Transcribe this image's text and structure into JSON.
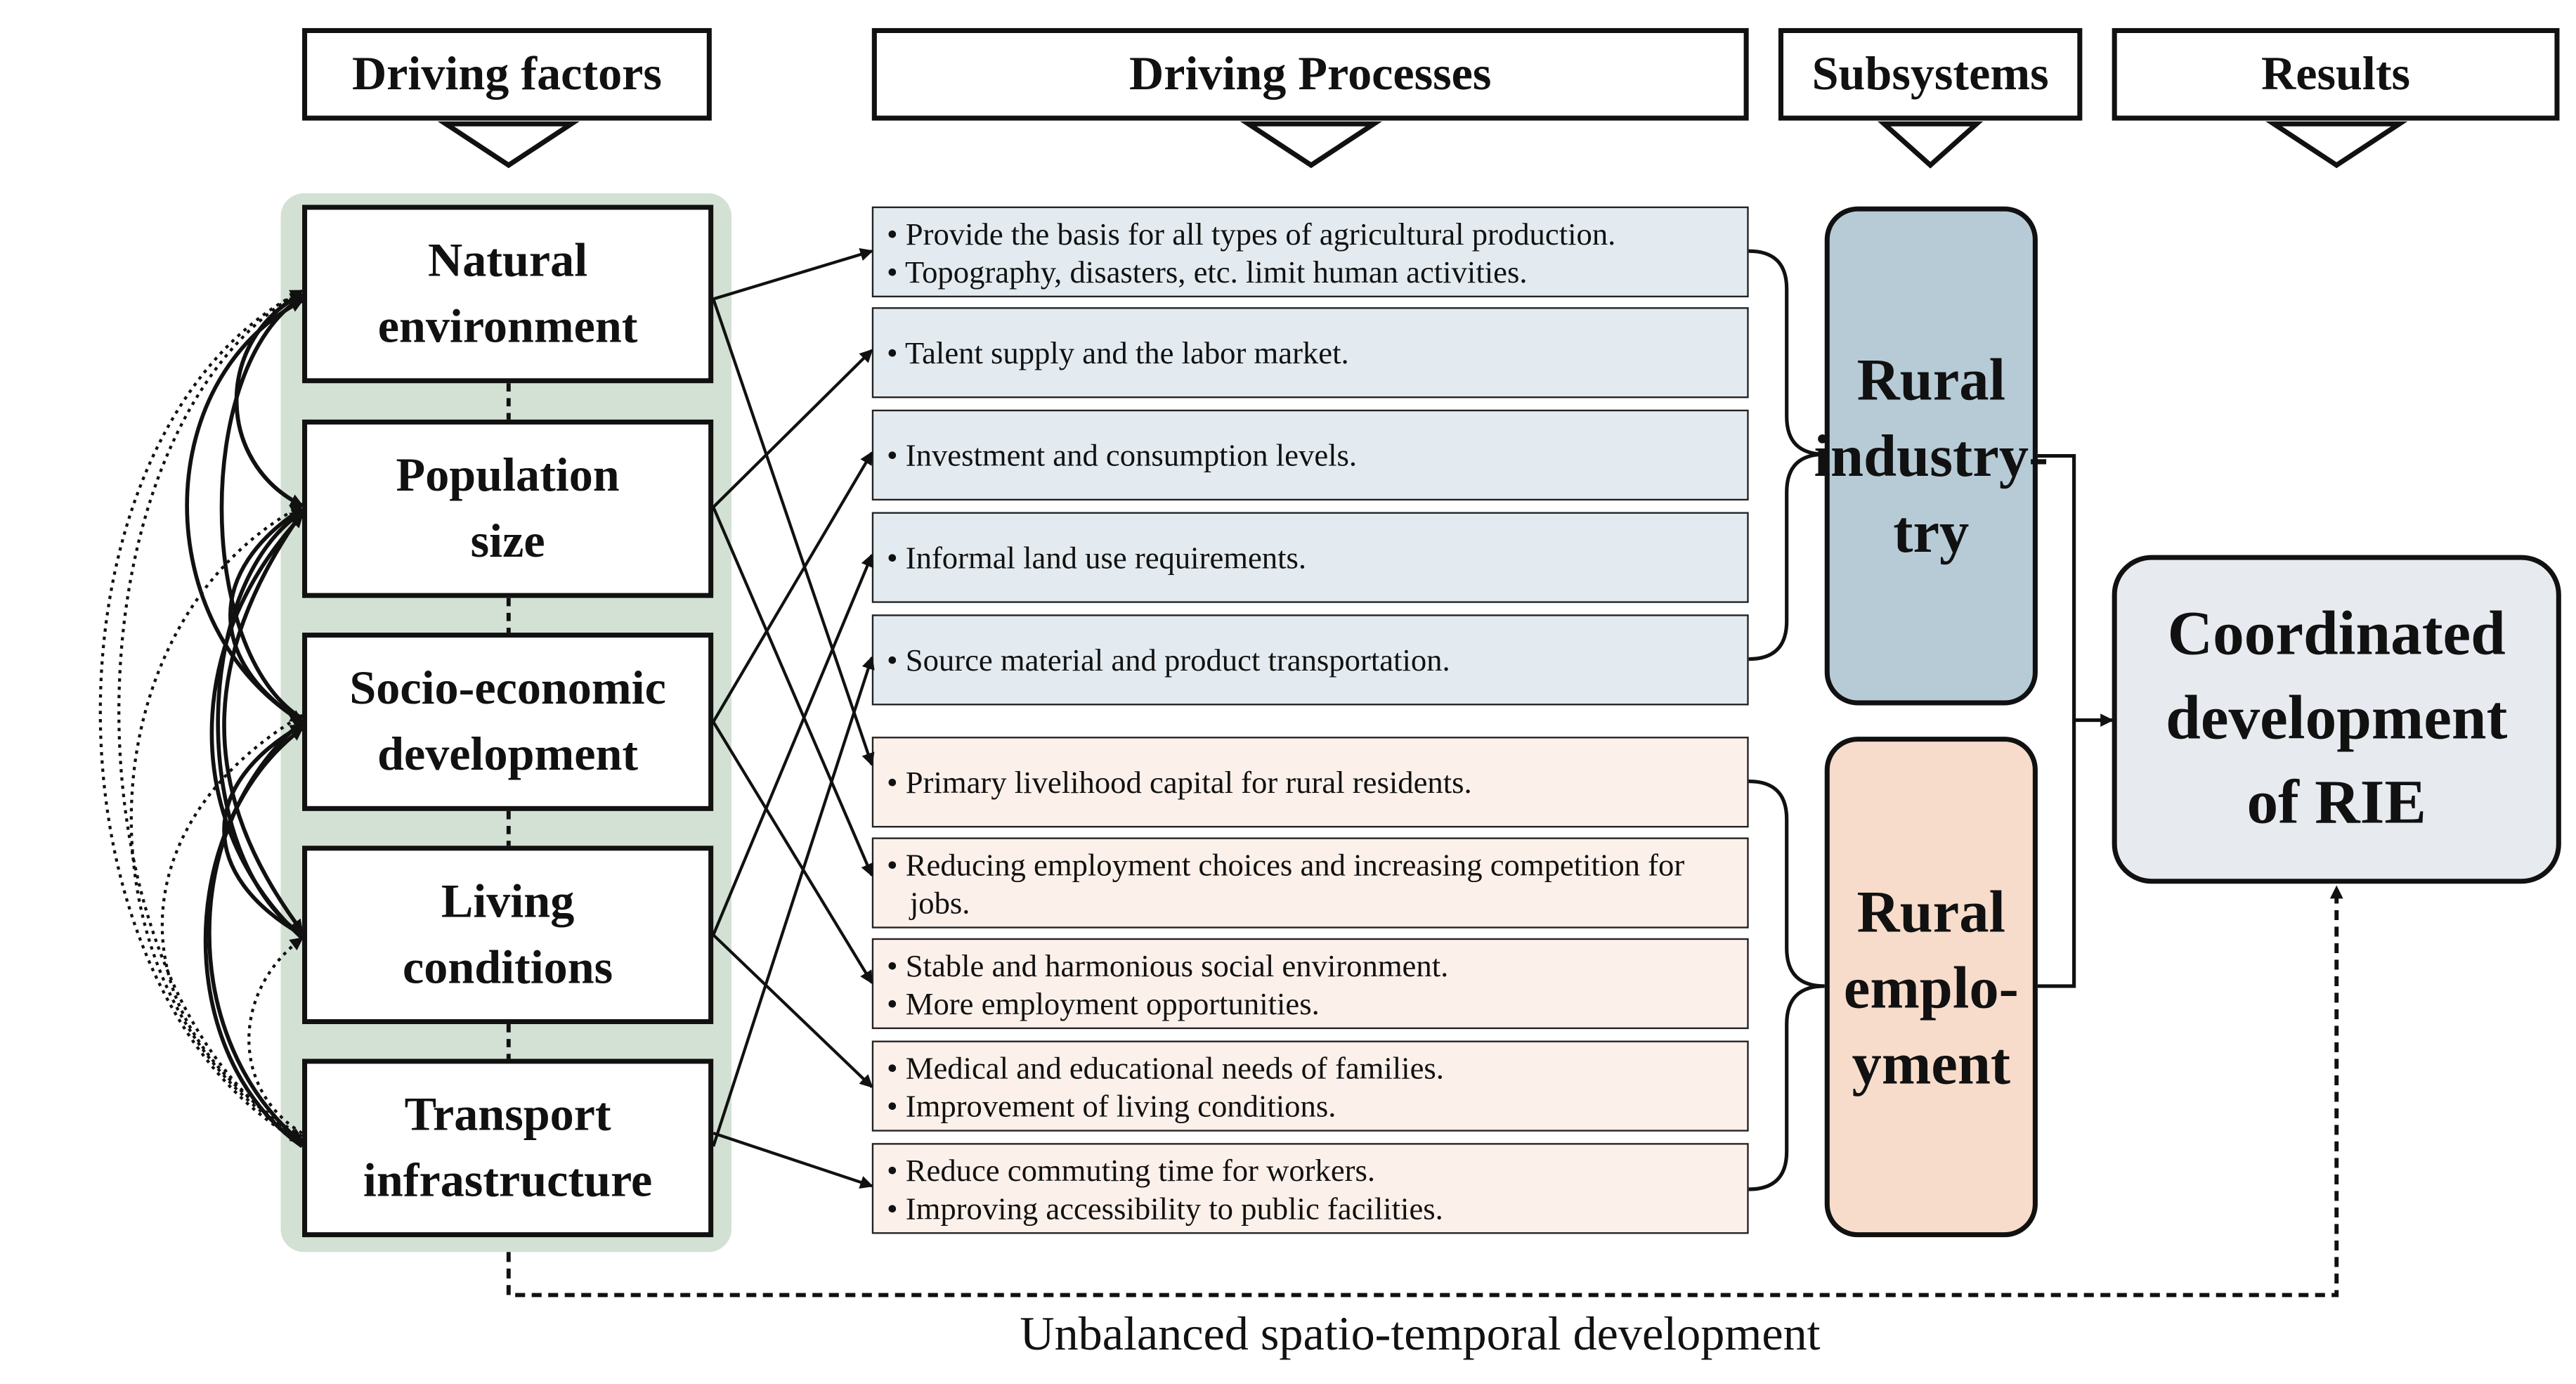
{
  "headers": {
    "driving_factors": "Driving factors",
    "driving_processes": "Driving Processes",
    "subsystems": "Subsystems",
    "results": "Results"
  },
  "factors": [
    "Natural\nenvironment",
    "Population\nsize",
    "Socio-economic\ndevelopment",
    "Living\nconditions",
    "Transport\ninfrastructure"
  ],
  "processes": [
    {
      "group": "industry",
      "lines": [
        "• Provide the basis for all  types of agricultural  production.",
        "• Topography, disasters, etc. limit  human activities."
      ]
    },
    {
      "group": "industry",
      "lines": [
        "• Talent supply and the labor market."
      ]
    },
    {
      "group": "industry",
      "lines": [
        "• Investment and consumption levels."
      ]
    },
    {
      "group": "industry",
      "lines": [
        "• Informal land use requirements."
      ]
    },
    {
      "group": "industry",
      "lines": [
        "• Source material  and product transportation."
      ]
    },
    {
      "group": "employment",
      "lines": [
        "• Primary livelihood  capital for rural residents."
      ]
    },
    {
      "group": "employment",
      "lines": [
        "• Reducing employment choices and increasing competition for jobs."
      ]
    },
    {
      "group": "employment",
      "lines": [
        "• Stable and harmonious social environment.",
        "• More employment  opportunities."
      ]
    },
    {
      "group": "employment",
      "lines": [
        "• Medical and educational needs of families.",
        "• Improvement of living  conditions."
      ]
    },
    {
      "group": "employment",
      "lines": [
        "• Reduce commuting time for workers.",
        "• Improving accessibility to public facilities."
      ]
    }
  ],
  "subsystems": {
    "industry": "Rural\nindustry-\ntry",
    "employment": "Rural\nemplo-\nyment"
  },
  "result": "Coordinated\ndevelopment\nof RIE",
  "caption": "Unbalanced  spatio-temporal  development",
  "colors": {
    "green_panel": "#d2e1d3",
    "industry_box": "#b6cbd6",
    "employment_box": "#f8dccb",
    "industry_process": "#e3ebf0",
    "employment_process": "#fcf0ea",
    "result_box": "#e7ebef"
  }
}
